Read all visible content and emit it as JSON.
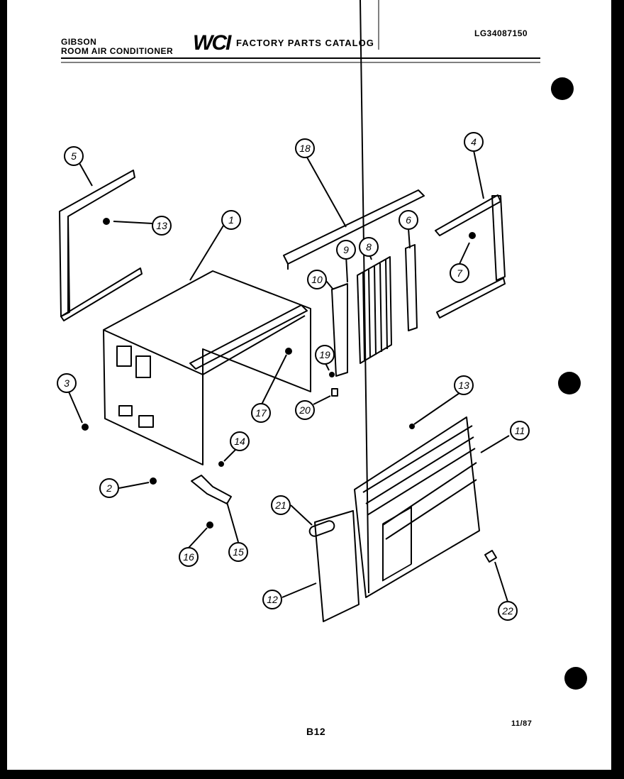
{
  "header": {
    "brand": "GIBSON",
    "product": "ROOM AIR CONDITIONER",
    "logo": "WCI",
    "catalog": "FACTORY PARTS CATALOG",
    "model_number": "LG34087150"
  },
  "footer": {
    "page": "B12",
    "date": "11/87"
  },
  "callouts": [
    "1",
    "2",
    "3",
    "4",
    "5",
    "6",
    "7",
    "8",
    "9",
    "10",
    "11",
    "12",
    "13",
    "14",
    "15",
    "16",
    "17",
    "18",
    "19",
    "20",
    "21",
    "22"
  ]
}
